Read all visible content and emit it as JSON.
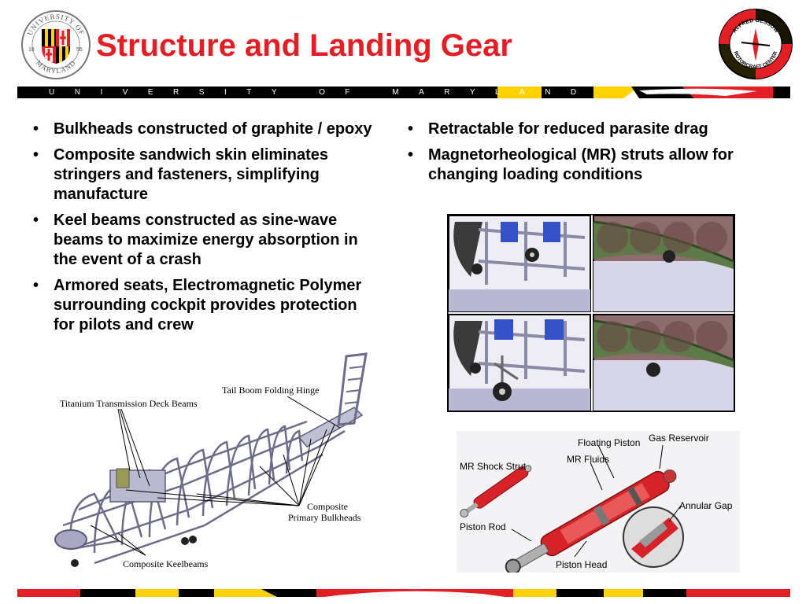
{
  "header": {
    "title": "Structure and Landing Gear",
    "banner_text": "UNIVERSITY OF MARYLAND",
    "left_logo_text": [
      "UNIVERSITY OF",
      "MARYLAND",
      "18",
      "56"
    ],
    "right_logo_text": [
      "ALFRED GESSOW",
      "ROTORCRAFT CENTER"
    ]
  },
  "left_bullets": [
    "Bulkheads constructed of graphite / epoxy",
    "Composite sandwich skin eliminates stringers and fasteners, simplifying manufacture",
    "Keel beams constructed as sine-wave beams to maximize energy absorption in the event of a crash",
    "Armored seats, Electromagnetic Polymer surrounding cockpit provides protection for pilots and crew"
  ],
  "right_bullets": [
    "Retractable for reduced parasite drag",
    "Magnetorheological (MR) struts allow for changing loading conditions"
  ],
  "airframe_callouts": {
    "tail_hinge": "Tail Boom Folding Hinge",
    "titanium": "Titanium Transmission Deck Beams",
    "composite_line1": "Composite",
    "composite_line2": "Primary Bulkheads",
    "keelbeams": "Composite Keelbeams"
  },
  "strut_labels": {
    "floating_piston": "Floating Piston",
    "gas_reservoir": "Gas Reservoir",
    "mr_fluids": "MR Fluids",
    "mr_shock_strut": "MR Shock Strut",
    "annular_gap": "Annular Gap",
    "piston_rod": "Piston Rod",
    "piston_head": "Piston Head"
  },
  "colors": {
    "title_red": "#e41e25",
    "maryland_red": "#e41e25",
    "maryland_yellow": "#ffd200",
    "maryland_black": "#000000"
  }
}
